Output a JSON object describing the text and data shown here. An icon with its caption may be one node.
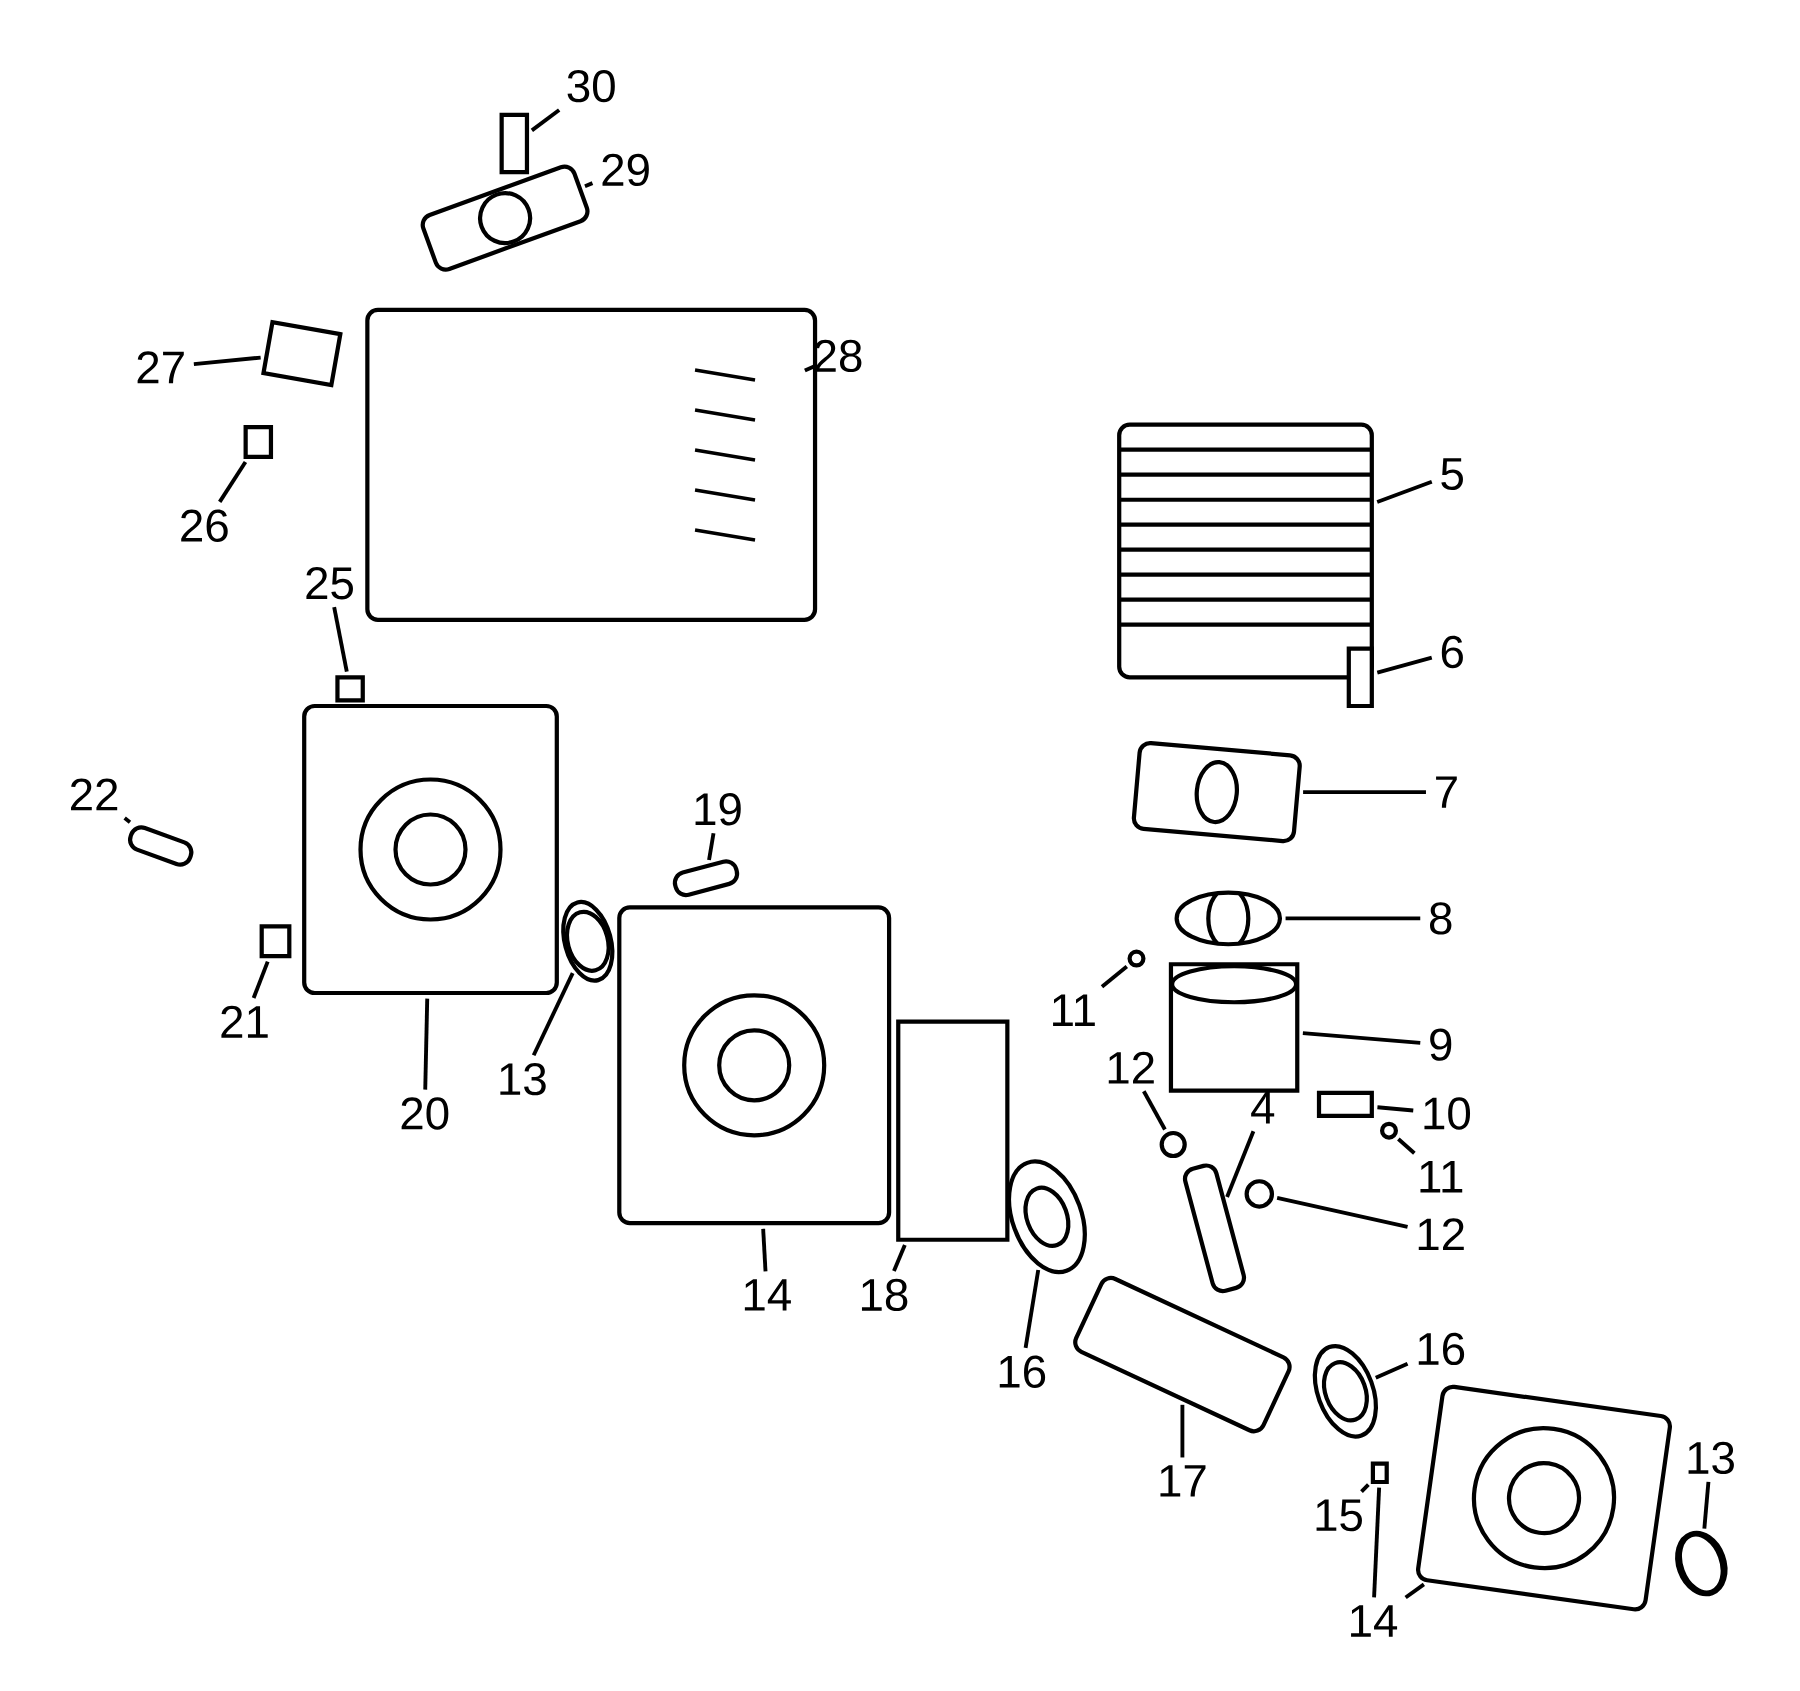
{
  "diagram": {
    "nodes": [
      {
        "text": [
          "30"
        ]
      },
      {
        "text": [
          "29"
        ]
      },
      {
        "text": [
          "27"
        ]
      },
      {
        "text": [
          "28"
        ]
      },
      {
        "text": [
          "5"
        ]
      },
      {
        "text": [
          "26"
        ]
      },
      {
        "text": [
          "25"
        ]
      },
      {
        "text": [
          "6"
        ]
      },
      {
        "text": [
          "22"
        ]
      },
      {
        "text": [
          "7"
        ]
      },
      {
        "text": [
          "19"
        ]
      },
      {
        "text": [
          "8"
        ]
      },
      {
        "text": [
          "11"
        ]
      },
      {
        "text": [
          "21"
        ]
      },
      {
        "text": [
          "9"
        ]
      },
      {
        "text": [
          "12"
        ]
      },
      {
        "text": [
          "13"
        ]
      },
      {
        "text": [
          "20"
        ]
      },
      {
        "text": [
          "10"
        ]
      },
      {
        "text": [
          "4"
        ]
      },
      {
        "text": [
          "11"
        ]
      },
      {
        "text": [
          "12"
        ]
      },
      {
        "text": [
          "14"
        ]
      },
      {
        "text": [
          "18"
        ]
      },
      {
        "text": [
          "16"
        ]
      },
      {
        "text": [
          "16"
        ]
      },
      {
        "text": [
          "13"
        ]
      },
      {
        "text": [
          "17"
        ]
      },
      {
        "text": [
          "15"
        ]
      },
      {
        "text": [
          "14"
        ]
      },
      {
        "text": [],
        "shape": "box"
      },
      {
        "text": [],
        "shape": "picture"
      },
      {
        "text": [],
        "shape": "picture"
      },
      {
        "text": [],
        "shape": "picture"
      },
      {
        "text": [],
        "shape": "picture"
      },
      {
        "text": [],
        "shape": "box"
      },
      {
        "text": [],
        "shape": "box"
      },
      {
        "text": [],
        "shape": "box"
      },
      {
        "text": [],
        "shape": "picture"
      },
      {
        "text": [],
        "shape": "picture"
      },
      {
        "text": [],
        "shape": "picture"
      },
      {
        "text": [],
        "shape": "picture"
      },
      {
        "text": [],
        "shape": "circle"
      },
      {
        "text": [],
        "shape": "box"
      },
      {
        "text": [],
        "shape": "picture"
      },
      {
        "text": [],
        "shape": "circle"
      },
      {
        "text": [],
        "shape": "picture"
      },
      {
        "text": [],
        "shape": "picture"
      },
      {
        "text": [],
        "shape": "box"
      },
      {
        "text": [],
        "shape": "picture"
      },
      {
        "text": [],
        "shape": "circle"
      },
      {
        "text": [],
        "shape": "circle"
      },
      {
        "text": [],
        "shape": "picture"
      },
      {
        "text": [],
        "shape": "box"
      },
      {
        "text": [],
        "shape": "picture"
      },
      {
        "text": [],
        "shape": "picture"
      },
      {
        "text": [],
        "shape": "picture"
      },
      {
        "text": [],
        "shape": "box"
      },
      {
        "text": [],
        "shape": "picture"
      },
      {
        "text": [],
        "shape": "picture"
      }
    ],
    "edges": [
      {
        "from": 0,
        "to": 30,
        "arrow": "none"
      },
      {
        "from": 1,
        "to": 31,
        "arrow": "none"
      },
      {
        "from": 2,
        "to": 32,
        "arrow": "none"
      },
      {
        "from": 3,
        "to": 33,
        "arrow": "none"
      },
      {
        "from": 4,
        "to": 34,
        "arrow": "none"
      },
      {
        "from": 5,
        "to": 35,
        "arrow": "none"
      },
      {
        "from": 6,
        "to": 36,
        "arrow": "none"
      },
      {
        "from": 7,
        "to": 37,
        "arrow": "none"
      },
      {
        "from": 8,
        "to": 38,
        "arrow": "none"
      },
      {
        "from": 9,
        "to": 39,
        "arrow": "none"
      },
      {
        "from": 10,
        "to": 40,
        "arrow": "none"
      },
      {
        "from": 11,
        "to": 41,
        "arrow": "none"
      },
      {
        "from": 12,
        "to": 42,
        "arrow": "none"
      },
      {
        "from": 13,
        "to": 43,
        "arrow": "none"
      },
      {
        "from": 14,
        "to": 44,
        "arrow": "none"
      },
      {
        "from": 15,
        "to": 45,
        "arrow": "none"
      },
      {
        "from": 16,
        "to": 46,
        "arrow": "none"
      },
      {
        "from": 17,
        "to": 47,
        "arrow": "none"
      },
      {
        "from": 18,
        "to": 48,
        "arrow": "none"
      },
      {
        "from": 19,
        "to": 49,
        "arrow": "none"
      },
      {
        "from": 20,
        "to": 50,
        "arrow": "none"
      },
      {
        "from": 21,
        "to": 51,
        "arrow": "none"
      },
      {
        "from": 22,
        "to": 52,
        "arrow": "none"
      },
      {
        "from": 23,
        "to": 53,
        "arrow": "none"
      },
      {
        "from": 24,
        "to": 54,
        "arrow": "none"
      },
      {
        "from": 25,
        "to": 55,
        "arrow": "none"
      },
      {
        "from": 26,
        "to": 59,
        "arrow": "none"
      },
      {
        "from": 27,
        "to": 56,
        "arrow": "none"
      },
      {
        "from": 28,
        "to": 57,
        "arrow": "none"
      },
      {
        "from": 29,
        "to": 57,
        "arrow": "none"
      },
      {
        "from": 29,
        "to": 58,
        "arrow": "none"
      }
    ]
  }
}
